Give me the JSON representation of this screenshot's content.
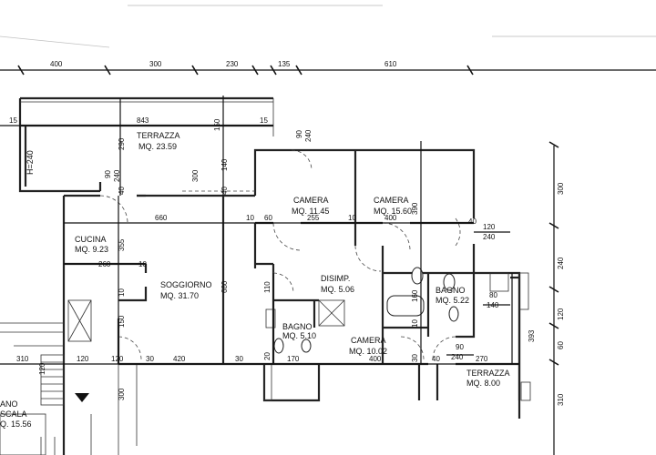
{
  "plan": {
    "top_dims": [
      "400",
      "300",
      "230",
      "135",
      "610"
    ],
    "right_dims": [
      "300",
      "240",
      "120",
      "60",
      "310"
    ],
    "left_label": "H=240",
    "rooms": {
      "terrazza_top": {
        "name": "TERRAZZA",
        "area": "MQ. 23.59"
      },
      "cucina": {
        "name": "CUCINA",
        "area": "MQ. 9.23"
      },
      "soggiorno": {
        "name": "SOGGIORNO",
        "area": "MQ. 31.70"
      },
      "camera_1": {
        "name": "CAMERA",
        "area": "MQ. 11.45"
      },
      "camera_2": {
        "name": "CAMERA",
        "area": "MQ. 15.60"
      },
      "disimp": {
        "name": "DISIMP.",
        "area": "MQ. 5.06"
      },
      "bagno_right": {
        "name": "BAGNO",
        "area": "MQ. 5.22"
      },
      "bagno_small": {
        "name": "BAGNO",
        "area": "MQ. 5.10"
      },
      "camera_3": {
        "name": "CAMERA",
        "area": "MQ. 10.02"
      },
      "terrazza_bottom": {
        "name": "TERRAZZA",
        "area": "MQ. 8.00"
      },
      "vano_scala": {
        "name": "ANO",
        "name2": "SCALA",
        "area": "Q. 15.56"
      }
    },
    "inner_dims": {
      "d15a": "15",
      "d843": "843",
      "d150a": "150",
      "d15b": "15",
      "d90": "90",
      "d240a": "240",
      "d290": "290",
      "d90b": "90",
      "d240b": "240",
      "d300": "300",
      "d140": "140",
      "d40a": "40",
      "d40b": "40",
      "d660": "660",
      "d10a": "10",
      "d60": "60",
      "d255": "255",
      "d10b": "10",
      "d400a": "400",
      "d390": "390",
      "d40c": "40",
      "d120a": "120",
      "d240c": "240",
      "d355": "355",
      "d260": "260",
      "d10c": "10",
      "d680": "680",
      "d10d": "10",
      "d110": "110",
      "d80": "80",
      "d140b": "140",
      "d150b": "150",
      "d90c": "90",
      "d240d": "240",
      "d160": "160",
      "d10e": "10",
      "d310": "310",
      "d120b": "120",
      "d120c": "120",
      "d120d": "120",
      "d30a": "30",
      "d420": "420",
      "d30b": "30",
      "d170": "170",
      "d400b": "400",
      "d30c": "30",
      "d270": "270",
      "d20": "20",
      "d300b": "300",
      "d393": "393",
      "d40e": "40"
    }
  }
}
